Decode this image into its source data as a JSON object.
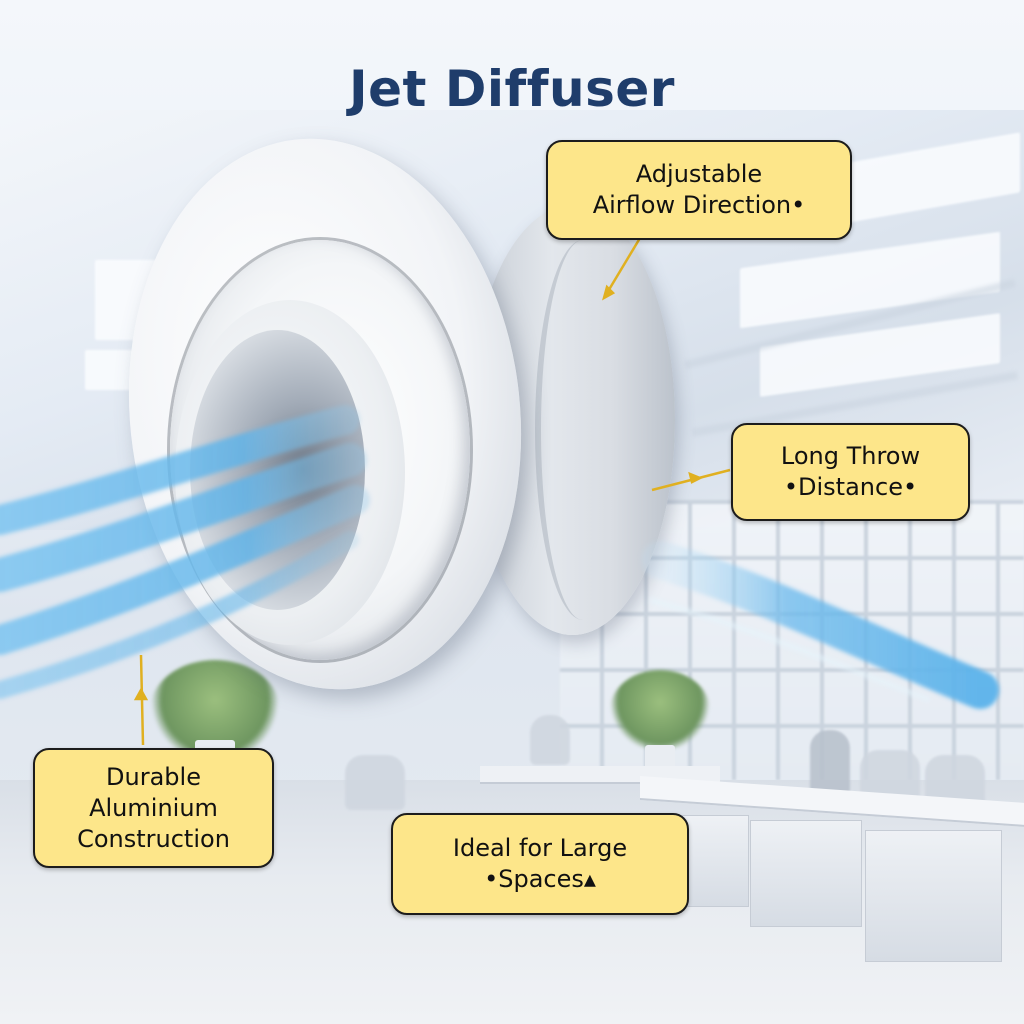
{
  "title": "Jet Diffuser",
  "callouts": [
    {
      "id": "adjustable-airflow",
      "lines": [
        "Adjustable",
        "Airflow Direction•"
      ]
    },
    {
      "id": "long-throw",
      "lines": [
        "Long Throw",
        "•Distance•"
      ]
    },
    {
      "id": "durable-aluminium",
      "lines": [
        "Durable",
        "Aluminium",
        "Construction"
      ]
    },
    {
      "id": "large-spaces",
      "lines": [
        "Ideal for Large",
        "•Spaces▴"
      ]
    }
  ],
  "colors": {
    "title": "#1f3d6b",
    "callout_fill": "#fde68a",
    "callout_border": "#1c1c1c",
    "arrow": "#e0b020",
    "airflow": "#5cb3ea"
  }
}
